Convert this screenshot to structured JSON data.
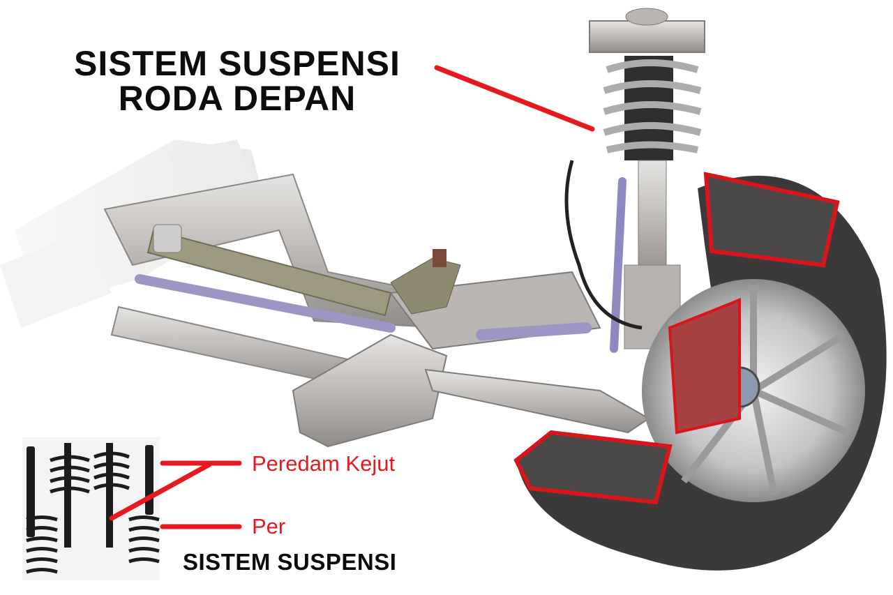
{
  "title": {
    "line1": "SISTEM SUSPENSI",
    "line2": "RODA DEPAN"
  },
  "labels": {
    "shock_absorber": "Peredam Kejut",
    "spring": "Per"
  },
  "caption": "SISTEM SUSPENSI",
  "colors": {
    "callout": "#e8191e",
    "text": "#0c0c0c",
    "metal": "#c9c7c5",
    "tire": "#3b3939"
  }
}
